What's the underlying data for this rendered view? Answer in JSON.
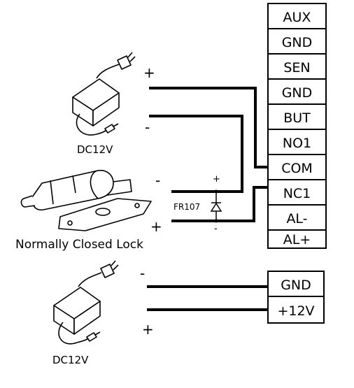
{
  "terminal_block_main": [
    "AUX",
    "GND",
    "SEN",
    "GND",
    "BUT",
    "NO1",
    "COM",
    "NC1",
    "AL-",
    "AL+"
  ],
  "terminal_block_power": [
    "GND",
    "+12V"
  ],
  "adapter_top": {
    "label": "DC12V",
    "plus": "+",
    "minus": "-"
  },
  "lock": {
    "label": "Normally Closed Lock",
    "minus": "-",
    "plus": "+"
  },
  "diode": {
    "label": "FR107",
    "plus": "+",
    "minus": "-"
  },
  "adapter_bottom": {
    "label": "DC12V",
    "minus": "-",
    "plus": "+"
  },
  "colors": {
    "line": "#000000",
    "background": "#ffffff"
  }
}
